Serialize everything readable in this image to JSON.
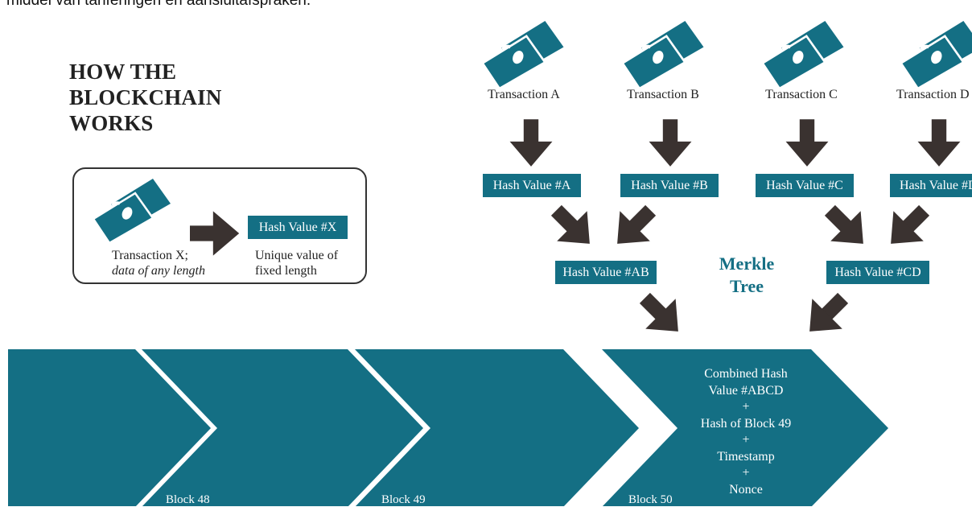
{
  "top_text": "middel van tariferingen en aansluitafspraken.",
  "title": [
    "HOW THE",
    "BLOCKCHAIN",
    "WORKS"
  ],
  "legend": {
    "transaction_line1": "Transaction X;",
    "transaction_line2": "data of any length",
    "hash": "Hash Value #X",
    "desc_line1": "Unique value of",
    "desc_line2": "fixed length"
  },
  "transactions": [
    "Transaction A",
    "Transaction B",
    "Transaction C",
    "Transaction D"
  ],
  "hashes": [
    "Hash Value #A",
    "Hash Value #B",
    "Hash Value #C",
    "Hash Value #D"
  ],
  "pair_hashes": [
    "Hash Value #AB",
    "Hash Value #CD"
  ],
  "merkle": [
    "Merkle",
    "Tree"
  ],
  "block_contents": [
    "Combined Hash",
    "Value #ABCD",
    "+",
    "Hash of Block 49",
    "+",
    "Timestamp",
    "+",
    "Nonce"
  ],
  "blocks": [
    "Block 48",
    "Block 49",
    "Block 50"
  ],
  "colors": {
    "teal": "#146f84",
    "arrow": "#3a3230",
    "text": "#222222"
  }
}
